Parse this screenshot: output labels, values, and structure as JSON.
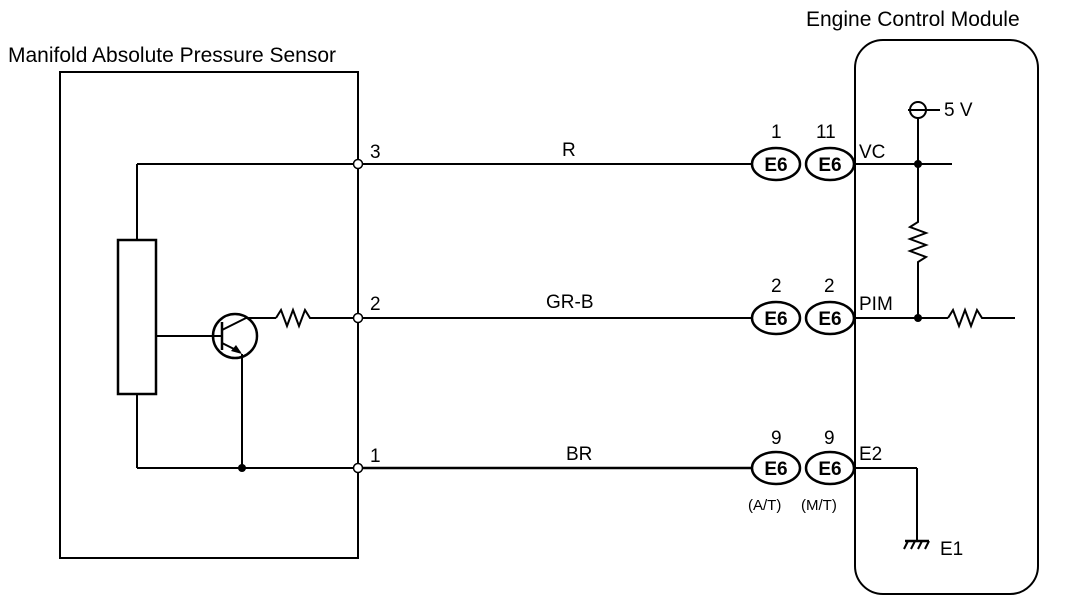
{
  "sensor": {
    "title": "Manifold Absolute Pressure Sensor",
    "pins": [
      "3",
      "2",
      "1"
    ]
  },
  "ecm": {
    "title": "Engine Control Module",
    "supply": "5 V",
    "terminals": [
      "VC",
      "PIM",
      "E2"
    ],
    "ground": "E1"
  },
  "wires": [
    {
      "color": "R",
      "conn1_pin": "1",
      "conn2_pin": "11",
      "conn1": "E6",
      "conn2": "E6"
    },
    {
      "color": "GR-B",
      "conn1_pin": "2",
      "conn2_pin": "2",
      "conn1": "E6",
      "conn2": "E6"
    },
    {
      "color": "BR",
      "conn1_pin": "9",
      "conn2_pin": "9",
      "conn1": "E6",
      "conn2": "E6"
    }
  ],
  "notes": {
    "at": "(A/T)",
    "mt": "(M/T)"
  }
}
